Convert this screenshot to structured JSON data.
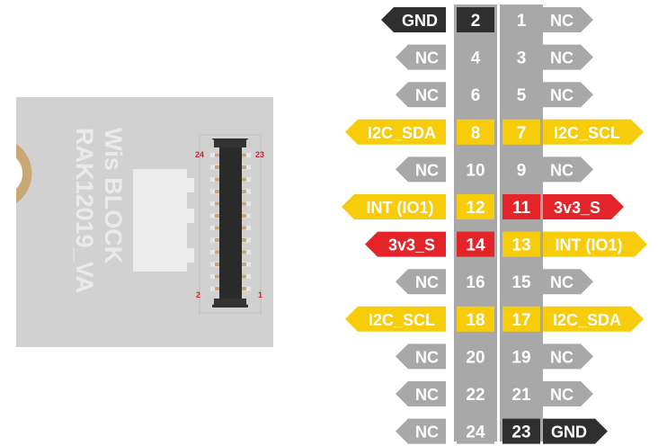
{
  "module": {
    "brand": "Wis BLOCK",
    "model": "RAK12019_VA",
    "corner_labels": {
      "top_left": "24",
      "top_right": "23",
      "bottom_left": "2",
      "bottom_right": "1"
    }
  },
  "colors": {
    "board": "#d1d1d1",
    "hole": "#c9a876",
    "connector": "#2a2a2a",
    "pin_gray": "#a8a8a8",
    "dark": "#2f2f2f",
    "yellow": "#f7cc0a",
    "red": "#e5242a",
    "corner_label": "#d2232a"
  },
  "pinout": {
    "left_column": [
      {
        "pin": "2",
        "label": "GND",
        "style": "dark"
      },
      {
        "pin": "4",
        "label": "NC",
        "style": "gray"
      },
      {
        "pin": "6",
        "label": "NC",
        "style": "gray"
      },
      {
        "pin": "8",
        "label": "I2C_SDA",
        "style": "yellow"
      },
      {
        "pin": "10",
        "label": "NC",
        "style": "gray"
      },
      {
        "pin": "12",
        "label": "INT (IO1)",
        "style": "yellow"
      },
      {
        "pin": "14",
        "label": "3v3_S",
        "style": "red"
      },
      {
        "pin": "16",
        "label": "NC",
        "style": "gray"
      },
      {
        "pin": "18",
        "label": "I2C_SCL",
        "style": "yellow"
      },
      {
        "pin": "20",
        "label": "NC",
        "style": "gray"
      },
      {
        "pin": "22",
        "label": "NC",
        "style": "gray"
      },
      {
        "pin": "24",
        "label": "NC",
        "style": "gray"
      }
    ],
    "right_column": [
      {
        "pin": "1",
        "label": "NC",
        "style": "gray"
      },
      {
        "pin": "3",
        "label": "NC",
        "style": "gray"
      },
      {
        "pin": "5",
        "label": "NC",
        "style": "gray"
      },
      {
        "pin": "7",
        "label": "I2C_SCL",
        "style": "yellow"
      },
      {
        "pin": "9",
        "label": "NC",
        "style": "gray"
      },
      {
        "pin": "11",
        "label": "3v3_S",
        "style": "red"
      },
      {
        "pin": "13",
        "label": "INT (IO1)",
        "style": "yellow"
      },
      {
        "pin": "15",
        "label": "NC",
        "style": "gray"
      },
      {
        "pin": "17",
        "label": "I2C_SDA",
        "style": "yellow"
      },
      {
        "pin": "19",
        "label": "NC",
        "style": "gray"
      },
      {
        "pin": "21",
        "label": "NC",
        "style": "gray"
      },
      {
        "pin": "23",
        "label": "GND",
        "style": "dark"
      }
    ]
  }
}
